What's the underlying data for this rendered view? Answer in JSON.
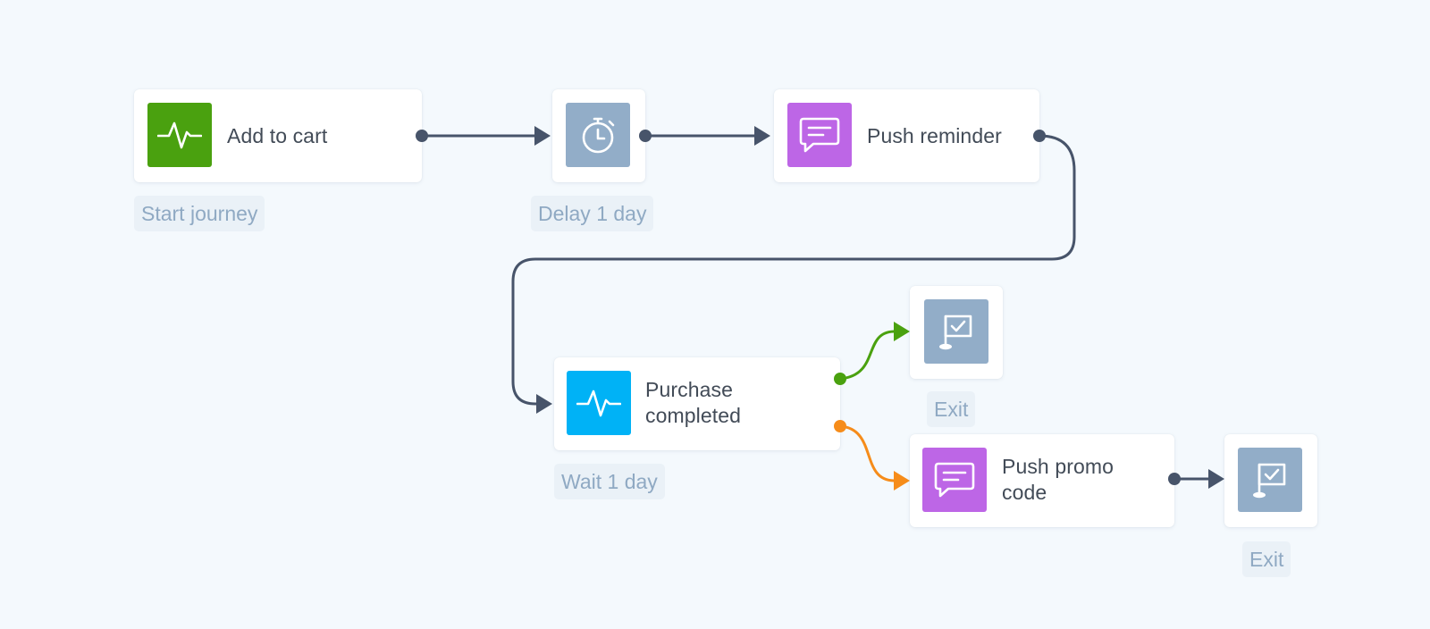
{
  "colors": {
    "background": "#f4f9fd",
    "connector": "#47546a",
    "event_tile_green": "#4aa10f",
    "event_tile_blue": "#00b2f6",
    "push_tile": "#bd66e6",
    "neutral_tile": "#92adc8",
    "branch_yes": "#4aa10f",
    "branch_no": "#f68c1a",
    "tag_text": "#8fa9c3",
    "tag_bg": "#eaf1f7"
  },
  "nodes": {
    "add_to_cart": {
      "label": "Add to cart",
      "icon": "activity-pulse-icon",
      "tag": "Start journey"
    },
    "delay": {
      "icon": "stopwatch-icon",
      "tag": "Delay 1 day"
    },
    "push_reminder": {
      "label": "Push reminder",
      "icon": "chat-message-icon"
    },
    "purchase_completed": {
      "label_line1": "Purchase",
      "label_line2": "completed",
      "icon": "activity-pulse-icon",
      "tag": "Wait 1 day"
    },
    "exit_top": {
      "icon": "flag-check-icon",
      "tag": "Exit"
    },
    "push_promo": {
      "label_line1": "Push promo",
      "label_line2": "code",
      "icon": "chat-message-icon"
    },
    "exit_bottom": {
      "icon": "flag-check-icon",
      "tag": "Exit"
    }
  }
}
